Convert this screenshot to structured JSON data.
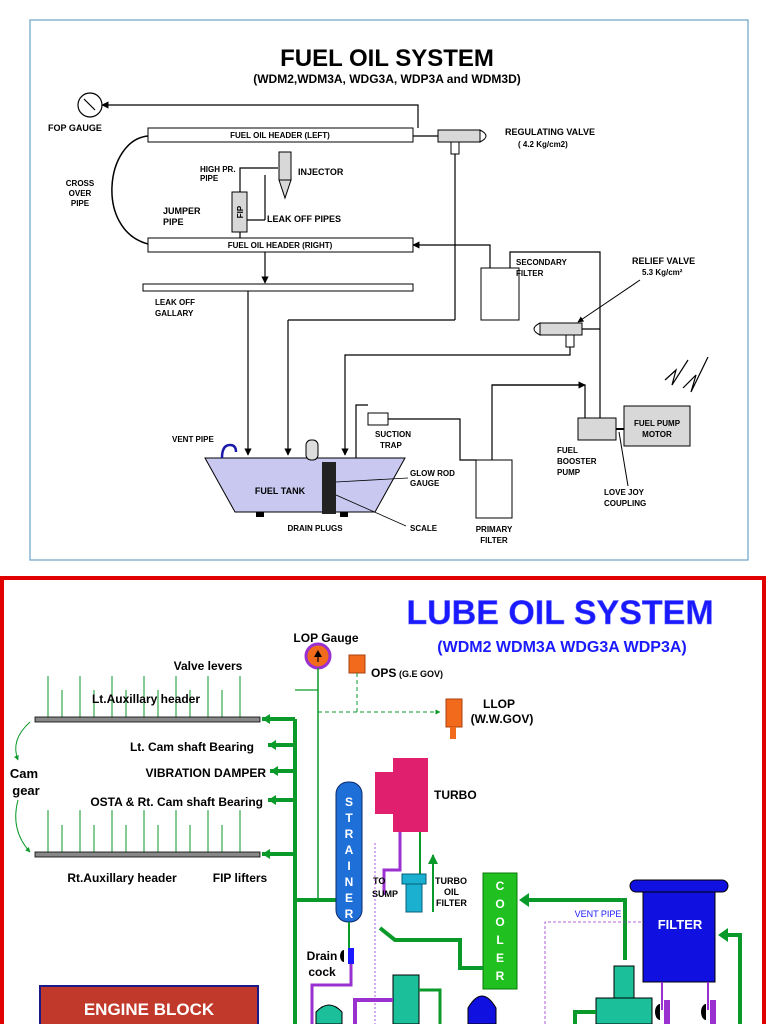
{
  "fuel": {
    "title": "FUEL OIL SYSTEM",
    "subtitle": "(WDM2,WDM3A, WDG3A, WDP3A and WDM3D)",
    "labels": {
      "fop_gauge": "FOP GAUGE",
      "header_left": "FUEL OIL HEADER (LEFT)",
      "header_right": "FUEL OIL HEADER (RIGHT)",
      "regulating_valve": "REGULATING VALVE",
      "regulating_valve_value": "( 4.2 Kg/cm2)",
      "cross_over_1": "CROSS",
      "cross_over_2": "OVER",
      "cross_over_3": "PIPE",
      "high_pr_1": "HIGH PR.",
      "high_pr_2": "PIPE",
      "injector": "INJECTOR",
      "jumper_1": "JUMPER",
      "jumper_2": "PIPE",
      "fip": "FIP",
      "leak_off_pipes": "LEAK OFF PIPES",
      "secondary_filter_1": "SECONDARY",
      "secondary_filter_2": "FILTER",
      "relief_valve": "RELIEF VALVE",
      "relief_valve_value": "5.3 Kg/cm²",
      "leak_off_gallary_1": "LEAK OFF",
      "leak_off_gallary_2": "GALLARY",
      "fuel_pump_motor_1": "FUEL PUMP",
      "fuel_pump_motor_2": "MOTOR",
      "vent_pipe": "VENT PIPE",
      "suction_trap_1": "SUCTION",
      "suction_trap_2": "TRAP",
      "fuel_booster_1": "FUEL",
      "fuel_booster_2": "BOOSTER",
      "fuel_booster_3": "PUMP",
      "fuel_tank": "FUEL TANK",
      "glow_rod_1": "GLOW ROD",
      "glow_rod_2": "GAUGE",
      "love_joy_1": "LOVE JOY",
      "love_joy_2": "COUPLING",
      "drain_plugs": "DRAIN PLUGS",
      "scale": "SCALE",
      "primary_filter_1": "PRIMARY",
      "primary_filter_2": "FILTER"
    }
  },
  "lube": {
    "title": "LUBE OIL SYSTEM",
    "subtitle": "(WDM2 WDM3A WDG3A WDP3A)",
    "labels": {
      "lop_gauge": "LOP Gauge",
      "ops": "OPS",
      "ops_sub": "(G.E GOV)",
      "llop_1": "LLOP",
      "llop_2": "(W.W.GOV)",
      "valve_levers": "Valve levers",
      "lt_aux_header": "Lt.Auxillary header",
      "lt_cam_bearing": "Lt. Cam shaft Bearing",
      "vibration_damper": "VIBRATION DAMPER",
      "osta_bearing": "OSTA & Rt. Cam shaft Bearing",
      "cam_gear_1": "Cam",
      "cam_gear_2": "gear",
      "rt_aux_header": "Rt.Auxillary header",
      "fip_lifters": "FIP lifters",
      "turbo": "TURBO",
      "strainer": "STRAINER",
      "cooler": "COOLER",
      "to_sump_1": "TO",
      "to_sump_2": "SUMP",
      "turbo_oil_filter_1": "TURBO",
      "turbo_oil_filter_2": "OIL",
      "turbo_oil_filter_3": "FILTER",
      "vent_pipe": "VENT PIPE",
      "filter": "FILTER",
      "drain_cock_1": "Drain",
      "drain_cock_2": "cock",
      "engine_block": "ENGINE BLOCK"
    }
  },
  "colors": {
    "fuel_border": "#6aa3c8",
    "lube_border": "#e00000",
    "lube_title": "#1a1aff",
    "green_pipe": "#0a9a2a",
    "tank_fill": "#c8c8f0",
    "strainer_blue": "#1f6fd8",
    "turbo_pink": "#e0206f",
    "cooler_green": "#1fc01f",
    "filter_blue": "#1010e0",
    "ops_orange": "#f26a1b",
    "engine_block_fill": "#c0392b",
    "purple_pipe": "#9b30d0",
    "teal": "#1bbf9a"
  }
}
